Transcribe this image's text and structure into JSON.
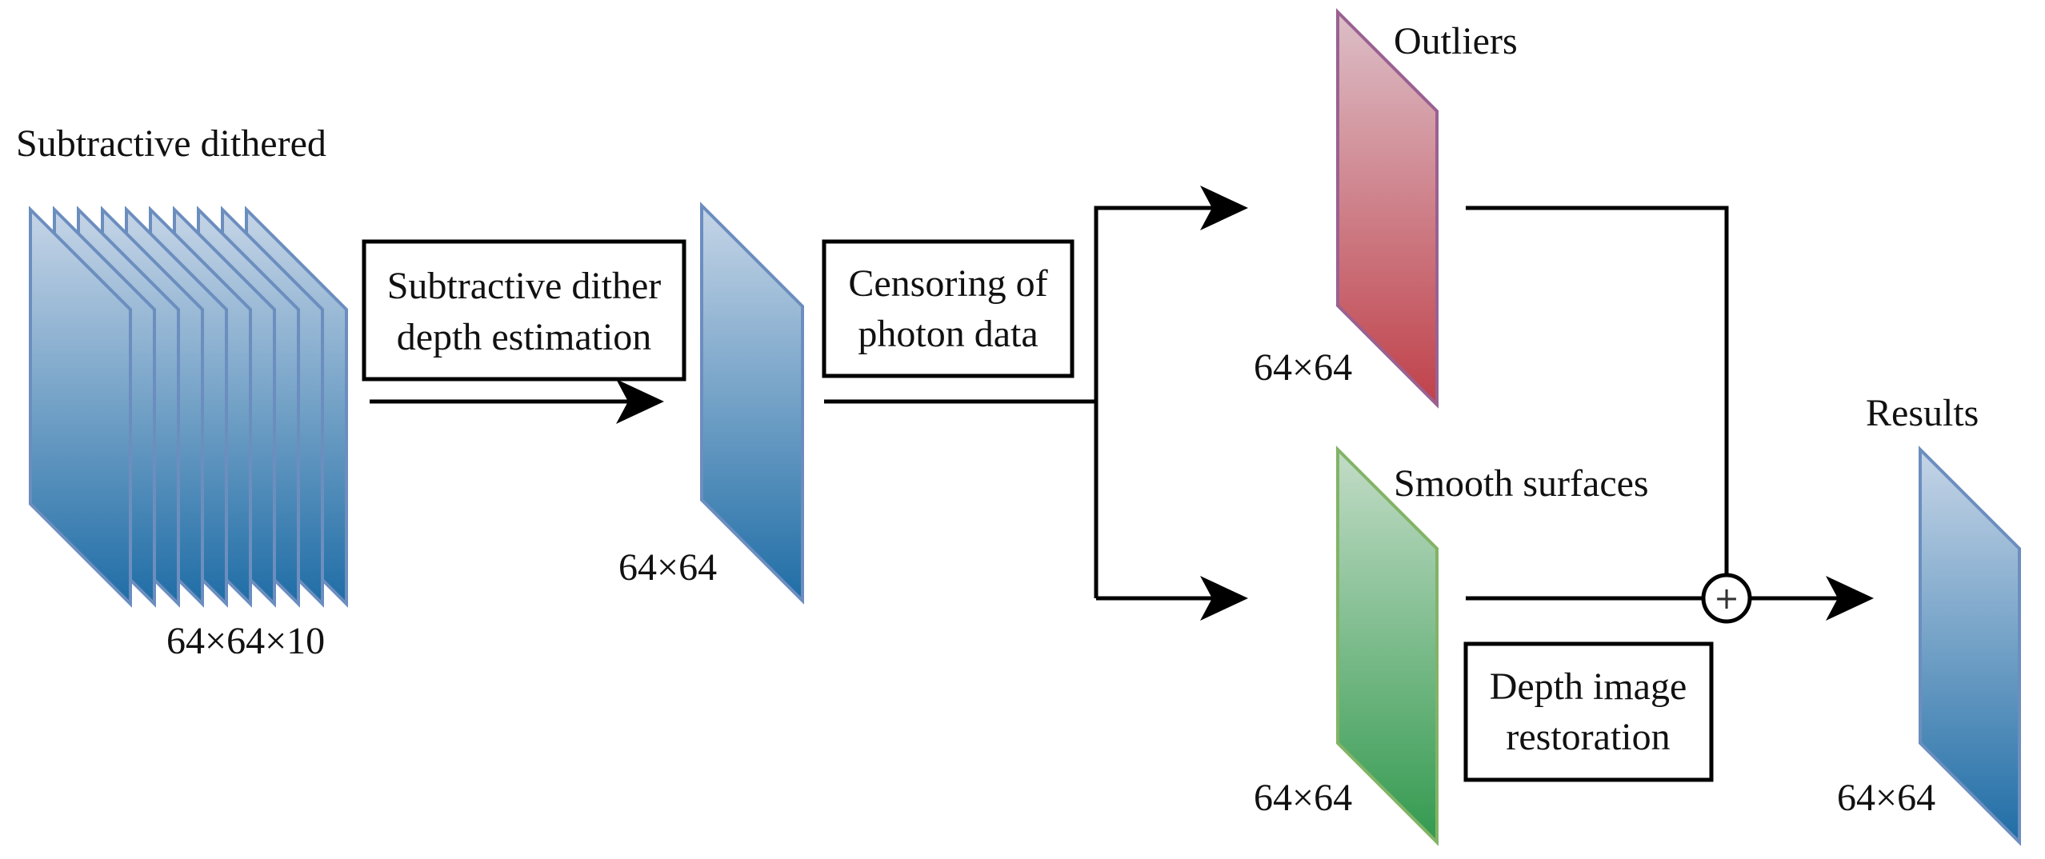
{
  "labels": {
    "input_title": "Subtractive dithered",
    "input_size": "64×64×10",
    "depth_size": "64×64",
    "outliers_title": "Outliers",
    "outliers_size": "64×64",
    "smooth_title": "Smooth surfaces",
    "smooth_size": "64×64",
    "results_title": "Results",
    "results_size": "64×64",
    "combine_symbol": "+"
  },
  "boxes": {
    "dither_estimation": [
      "Subtractive dither",
      "depth estimation"
    ],
    "censoring": [
      "Censoring of",
      "photon data"
    ],
    "restoration": [
      "Depth image",
      "restoration"
    ]
  },
  "input_stack_count": 10,
  "colors": {
    "blue_top": "#c6d5e7",
    "blue_bottom": "#1f6da6",
    "blue_border": "#6c8ebf",
    "red_top": "#dcbfc8",
    "red_bottom": "#c0414a",
    "red_border": "#9a6191",
    "green_top": "#c3dcc7",
    "green_bottom": "#339a4f",
    "green_border": "#82b366",
    "line": "#000000"
  }
}
